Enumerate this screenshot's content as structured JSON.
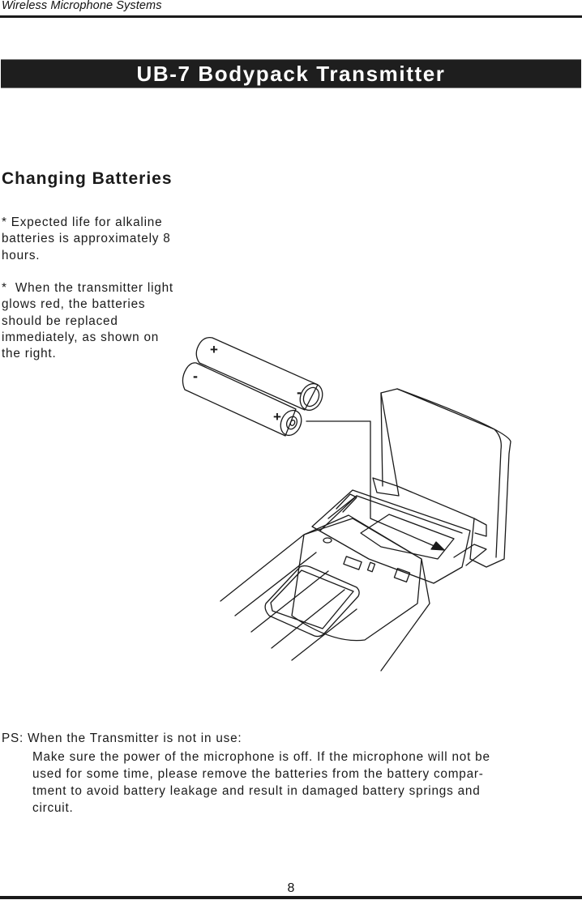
{
  "header": {
    "title": "Wireless Microphone Systems"
  },
  "banner": {
    "title": "UB-7 Bodypack Transmitter"
  },
  "section": {
    "heading": "Changing Batteries",
    "note1": "* Expected life for alkaline\nbatteries is approximately 8\nhours.",
    "note2": "*  When the transmitter light\nglows red, the batteries\nshould be replaced\nimmediately, as shown on\nthe right."
  },
  "illustration": {
    "plus_marks": [
      "+",
      "+"
    ],
    "minus_marks": [
      "-",
      "-"
    ]
  },
  "ps": {
    "label": "PS:  When the Transmitter is not in use:",
    "body": "Make sure the power of the microphone is off. If the microphone will not be\nused for some time, please remove the batteries from the battery compar-\ntment to avoid battery leakage and result in damaged battery springs and\ncircuit."
  },
  "footer": {
    "page_number": "8"
  }
}
